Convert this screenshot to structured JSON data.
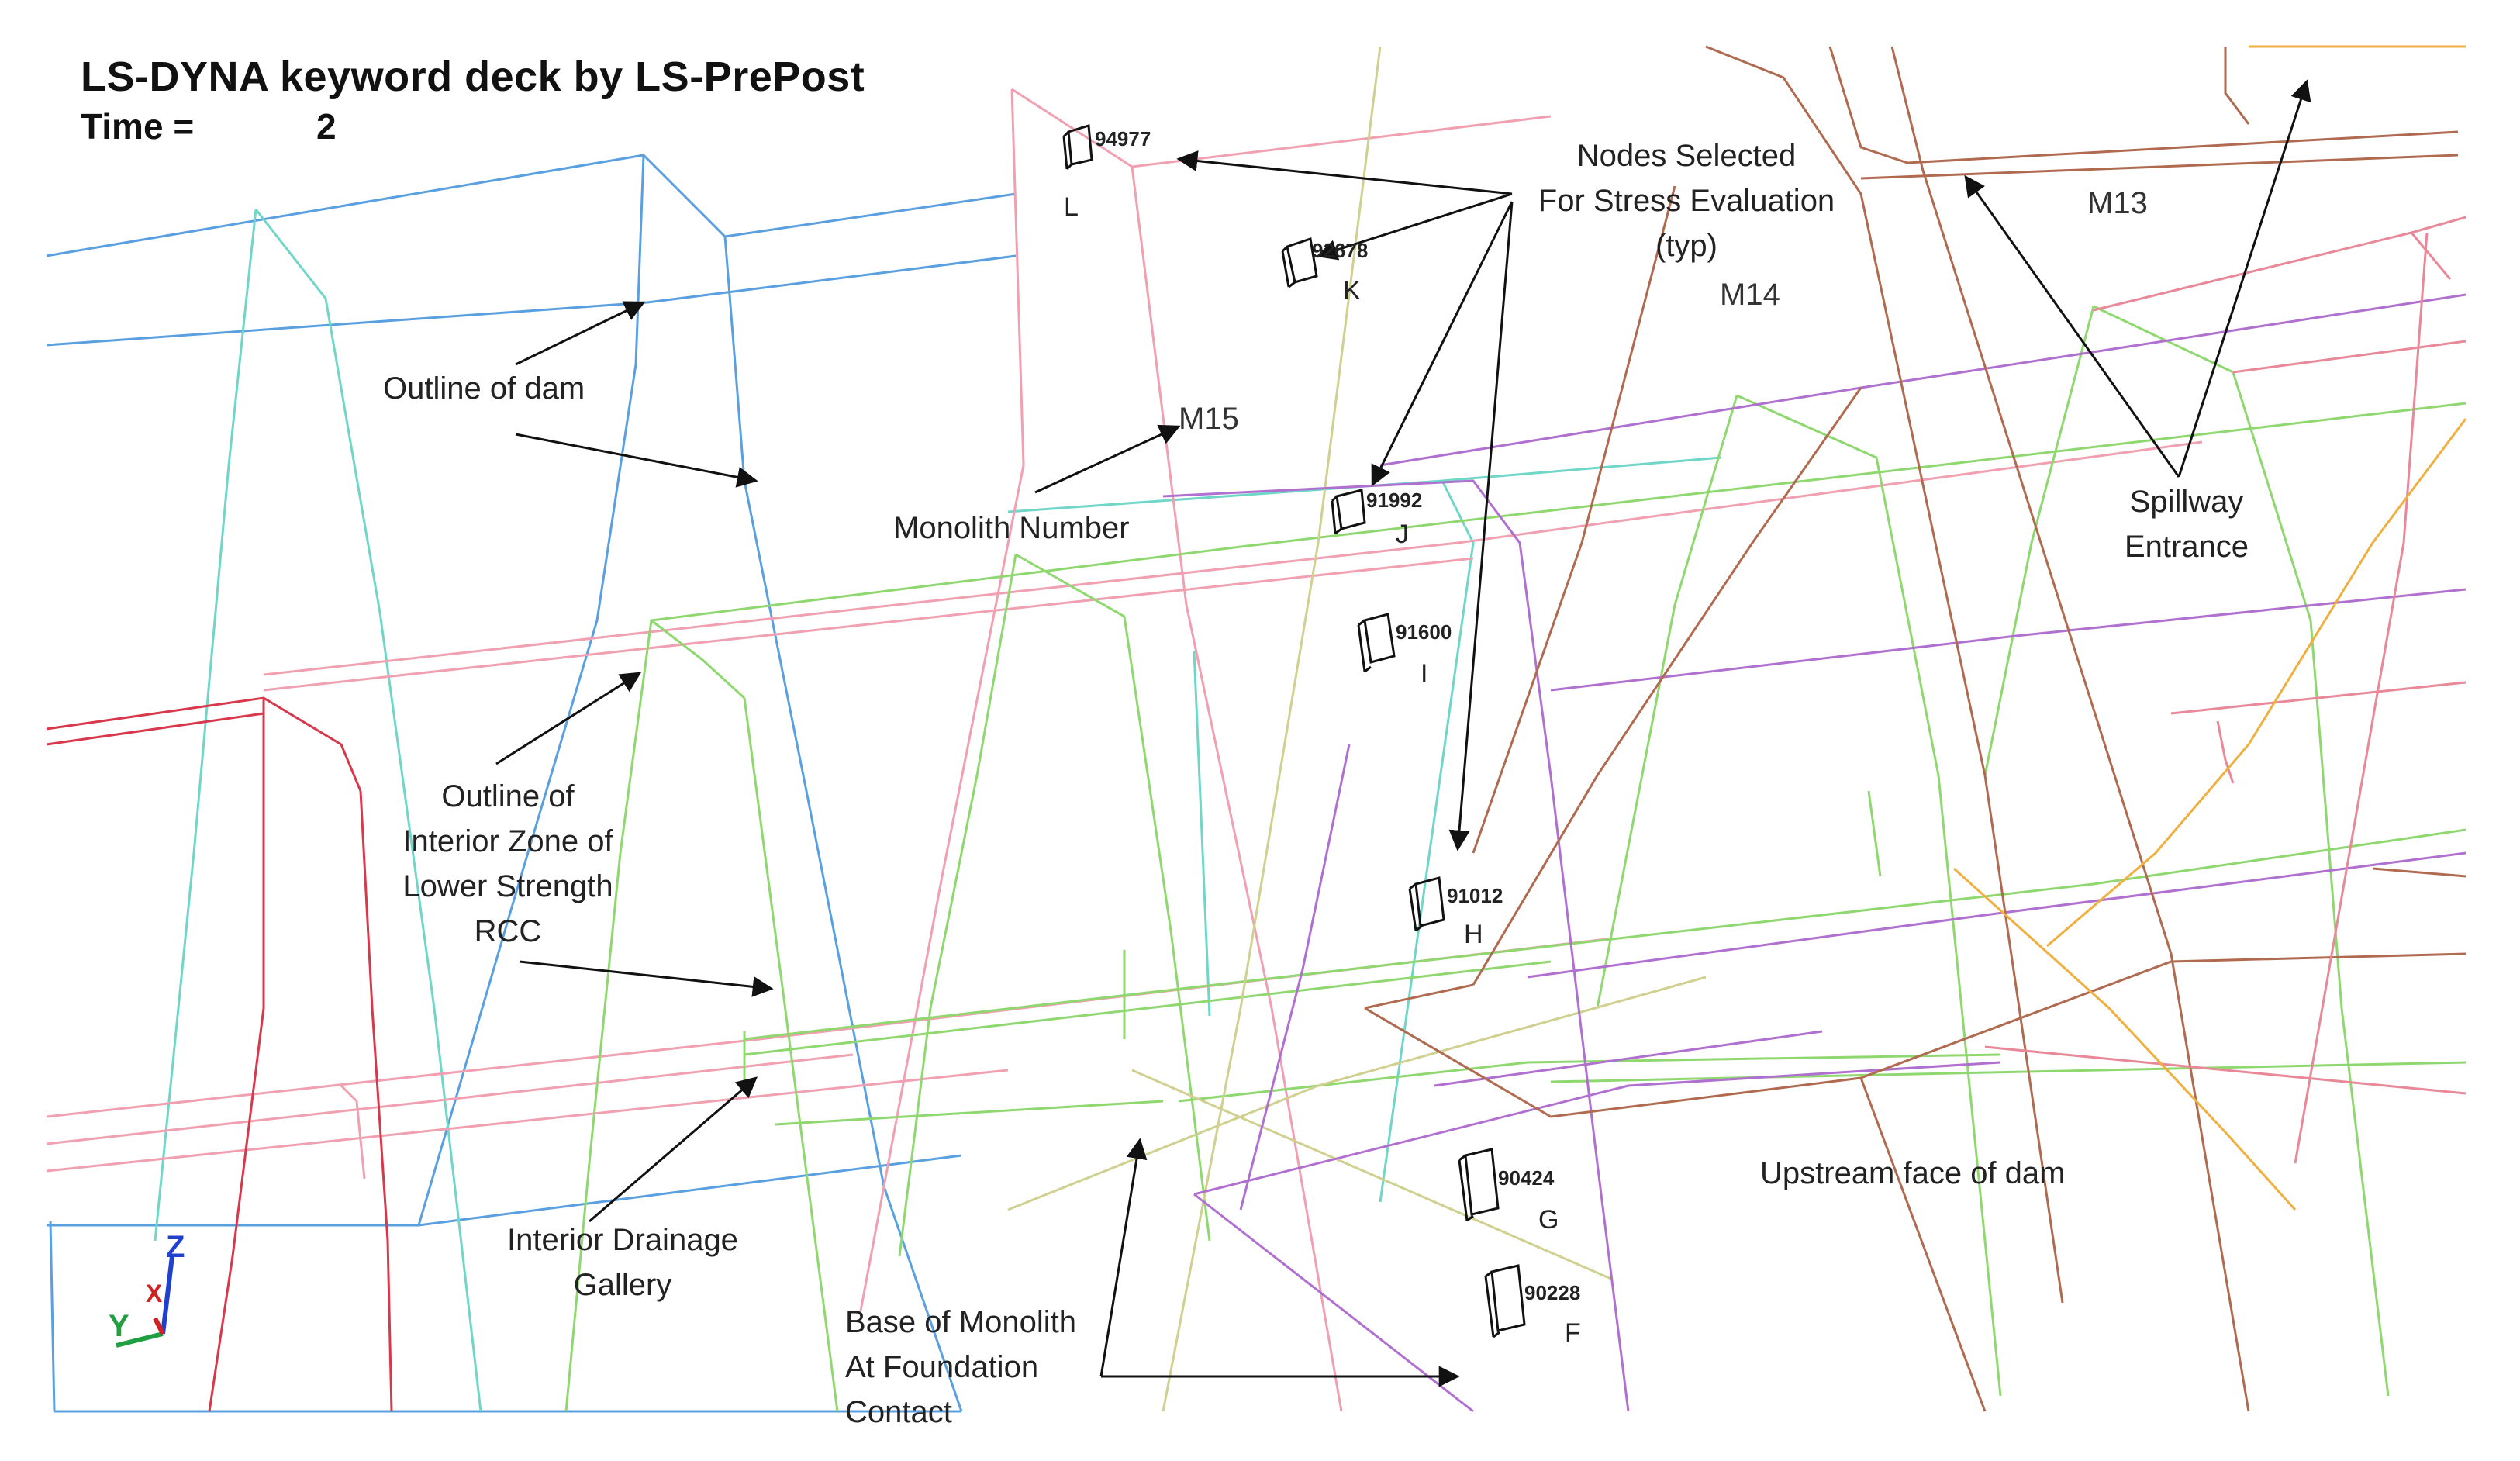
{
  "header": {
    "title": "LS-DYNA keyword deck by LS-PrePost",
    "time_label": "Time =",
    "time_value": "2"
  },
  "monoliths": [
    "M13",
    "M14",
    "M15"
  ],
  "annotations": {
    "nodes_selected": [
      "Nodes Selected",
      "For Stress Evaluation",
      "(typ)"
    ],
    "outline_of_dam": "Outline of dam",
    "monolith_number": "Monolith Number",
    "spillway": [
      "Spillway",
      "Entrance"
    ],
    "interior_zone": [
      "Outline of",
      "Interior Zone of",
      "Lower Strength",
      "RCC"
    ],
    "drainage_gallery": [
      "Interior Drainage",
      "Gallery"
    ],
    "base_of_monolith": [
      "Base of Monolith",
      "At Foundation",
      "Contact"
    ],
    "upstream_face": "Upstream face of dam"
  },
  "nodes": [
    {
      "id": "94977",
      "letter": "L"
    },
    {
      "id": "92678",
      "letter": "K"
    },
    {
      "id": "91992",
      "letter": "J"
    },
    {
      "id": "91600",
      "letter": "I"
    },
    {
      "id": "91012",
      "letter": "H"
    },
    {
      "id": "90424",
      "letter": "G"
    },
    {
      "id": "90228",
      "letter": "F"
    }
  ],
  "axes_triad": {
    "z": "Z",
    "y": "Y",
    "x": "X"
  },
  "colors": {
    "blue": "#5aa0e0",
    "cyan": "#6fd6c8",
    "pink": "#f0a0b0",
    "red": "#d8384c",
    "green": "#8fd870",
    "purple": "#b070d0",
    "brown": "#b06a50",
    "orange": "#f0b040",
    "olive": "#c8c888"
  }
}
